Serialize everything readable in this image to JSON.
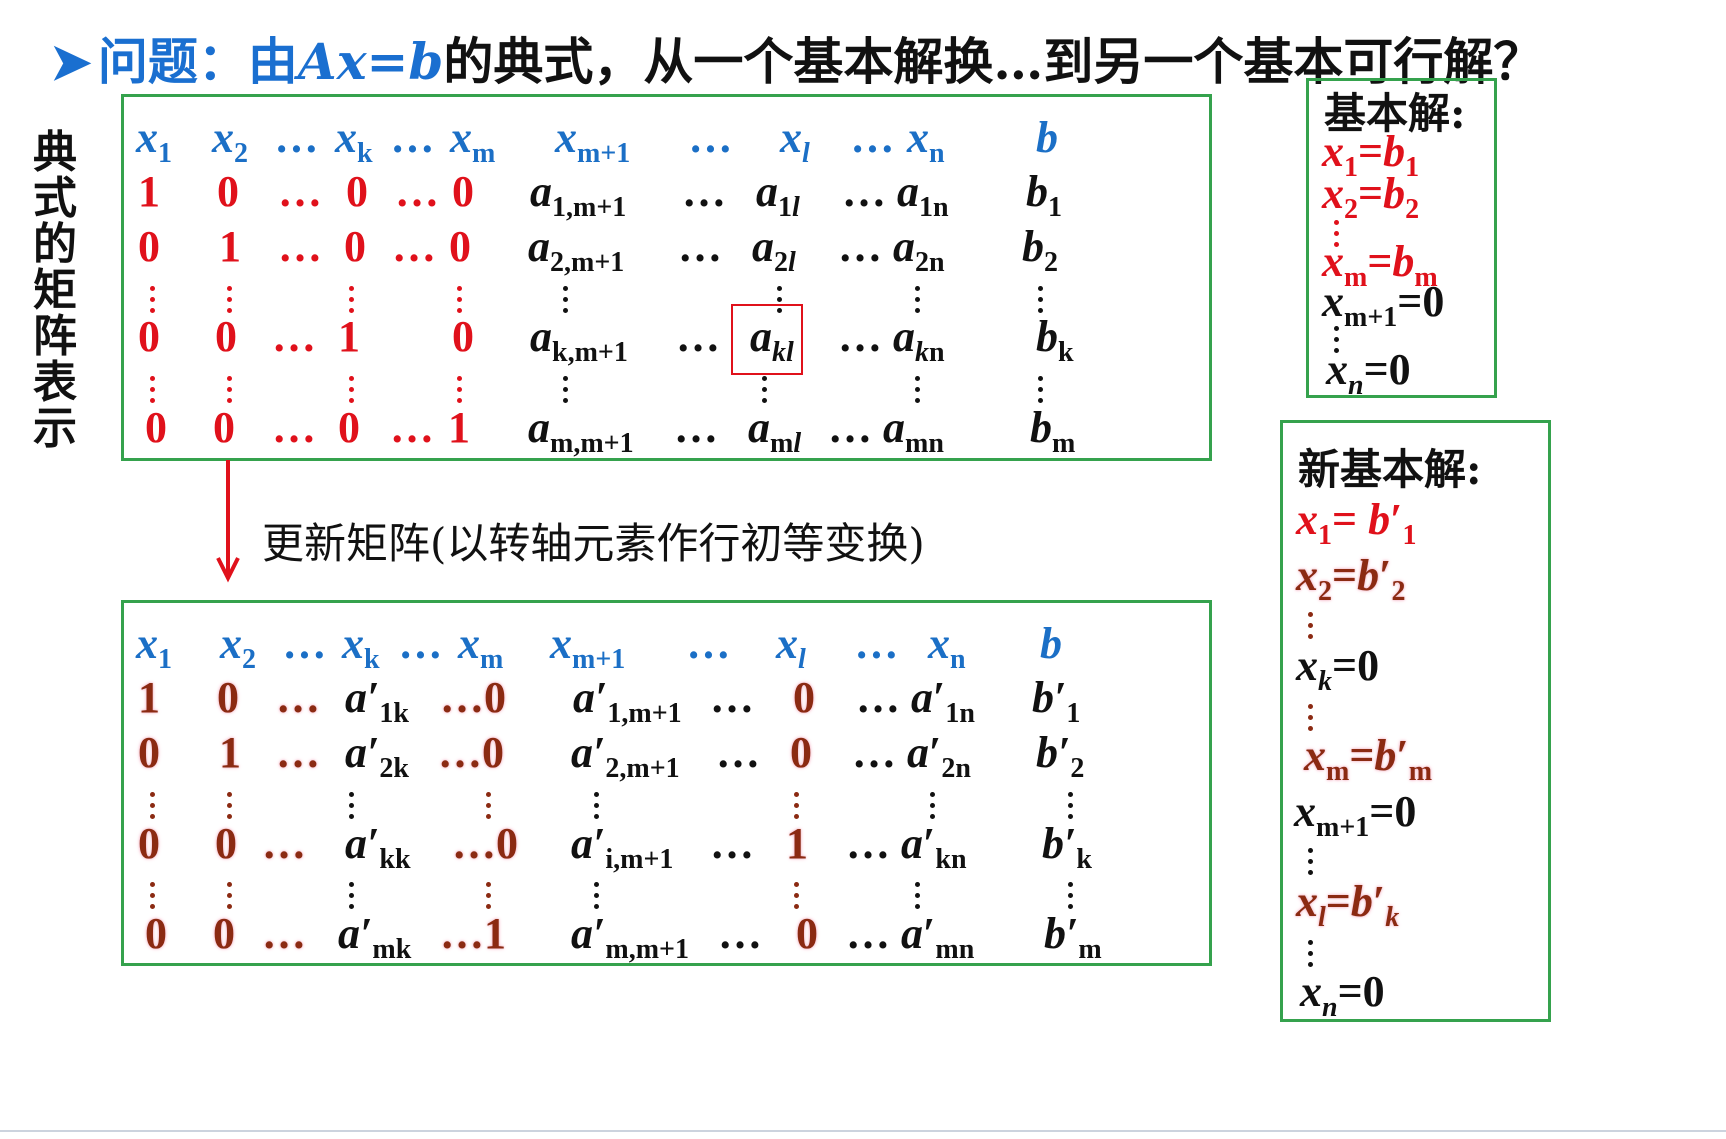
{
  "title": {
    "prefix": "问题：由",
    "eq": "Ax=b",
    "suffix": "的典式，从一个基本解换…到另一个基本可行解？"
  },
  "side_label": [
    "典",
    "式",
    "的",
    "矩",
    "阵",
    "表",
    "示"
  ],
  "note": "更新矩阵(以转轴元素作行初等变换)",
  "basic_solution": {
    "title": "基本解:",
    "lines": [
      "x1=b1",
      "x2=b2",
      "xm=bm",
      "xm+1=0",
      "xn=0"
    ]
  },
  "new_basic_solution": {
    "title": "新基本解:",
    "lines": [
      "x1= b′1",
      "x2=b′2",
      "xk=0",
      "xm=b′m",
      "xm+1=0",
      "xl=b′k",
      "xn=0"
    ]
  },
  "headers": [
    "x1",
    "x2",
    "…",
    "xk",
    "…",
    "xm",
    "xm+1",
    "…",
    "xl",
    "…",
    "xn",
    "b"
  ],
  "matrix_top": {
    "rows": [
      [
        "1",
        "0",
        "…",
        "0",
        "…",
        "0",
        "a1,m+1",
        "…",
        "a1l",
        "…",
        "a1n",
        "b1"
      ],
      [
        "0",
        "1",
        "…",
        "0",
        "…",
        "0",
        "a2,m+1",
        "…",
        "a2l",
        "…",
        "a2n",
        "b2"
      ],
      [
        "0",
        "0",
        "…",
        "1",
        "",
        "0",
        "ak,m+1",
        "…",
        "akl",
        "…",
        "akn",
        "bk"
      ],
      [
        "0",
        "0",
        "…",
        "0",
        "…",
        "1",
        "am,m+1",
        "…",
        "aml",
        "…",
        "amn",
        "bm"
      ]
    ]
  },
  "matrix_bottom": {
    "rows": [
      [
        "1",
        "0",
        "…",
        "a′1k",
        "…",
        "0",
        "a′1,m+1",
        "…",
        "0",
        "…",
        "a′1n",
        "b′1"
      ],
      [
        "0",
        "1",
        "…",
        "a′2k",
        "…",
        "0",
        "a′2,m+1",
        "…",
        "0",
        "…",
        "a′2n",
        "b′2"
      ],
      [
        "0",
        "0",
        "…",
        "a′kk",
        "…",
        "0",
        "a′i,m+1",
        "…",
        "1",
        "…",
        "a′kn",
        "b′k"
      ],
      [
        "0",
        "0",
        "…",
        "a′mk",
        "…",
        "1",
        "a′m,m+1",
        "…",
        "0",
        "…",
        "a′mn",
        "b′m"
      ]
    ]
  },
  "colors": {
    "green_border": "#35a24d",
    "blue": "#1b6fc6",
    "red": "#e0111b",
    "brown": "#8b2a12"
  }
}
